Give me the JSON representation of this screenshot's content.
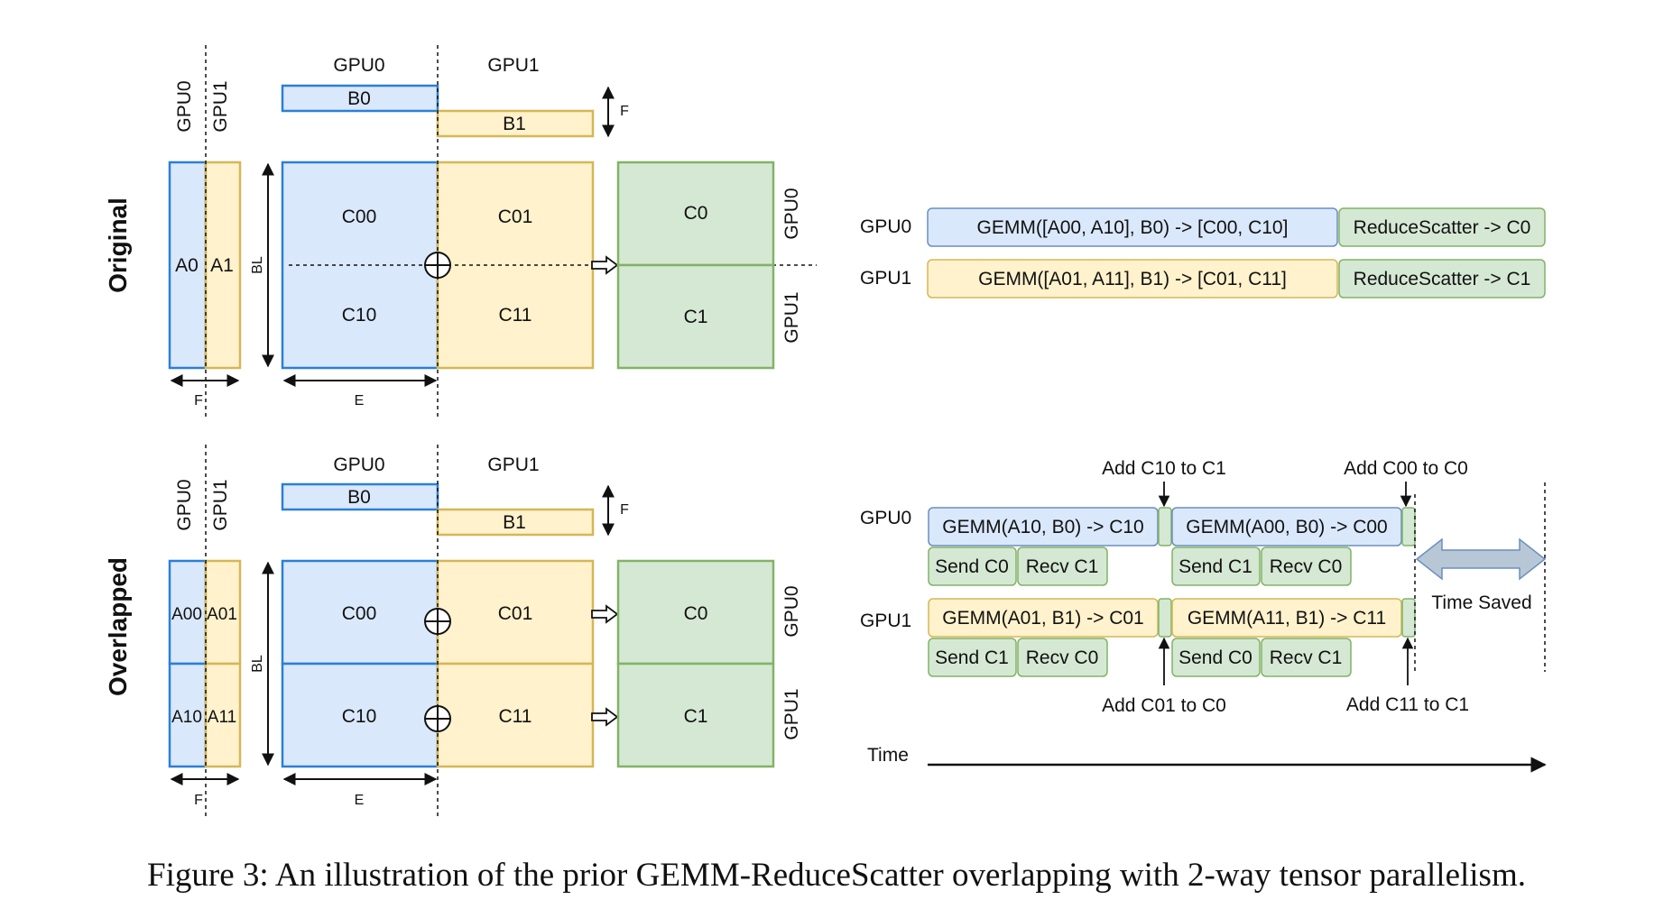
{
  "colors": {
    "blue_fill": "#dae8fc",
    "blue_stroke": "#2b7fd6",
    "yellow_fill": "#fff2cc",
    "yellow_stroke": "#d6b656",
    "green_fill": "#d5e8d4",
    "green_stroke": "#82b366",
    "gray_arrow_fill": "#b8c7d6",
    "gray_arrow_stroke": "#6c8ebf"
  },
  "top": {
    "section_label": "Original",
    "gpu0": "GPU0",
    "gpu1": "GPU1",
    "b0": "B0",
    "b1": "B1",
    "f": "F",
    "bl": "BL",
    "e": "E",
    "a0": "A0",
    "a1": "A1",
    "c00": "C00",
    "c01": "C01",
    "c10": "C10",
    "c11": "C11",
    "c0": "C0",
    "c1": "C1"
  },
  "bottom": {
    "section_label": "Overlapped",
    "gpu0": "GPU0",
    "gpu1": "GPU1",
    "b0": "B0",
    "b1": "B1",
    "f": "F",
    "bl": "BL",
    "e": "E",
    "a00": "A00",
    "a01": "A01",
    "a10": "A10",
    "a11": "A11",
    "c00": "C00",
    "c01": "C01",
    "c10": "C10",
    "c11": "C11",
    "c0": "C0",
    "c1": "C1"
  },
  "timeline_original": {
    "gpu0_label": "GPU0",
    "gpu1_label": "GPU1",
    "gpu0_gemm": "GEMM([A00, A10], B0) -> [C00, C10]",
    "gpu0_rs": "ReduceScatter -> C0",
    "gpu1_gemm": "GEMM([A01, A11], B1) -> [C01, C11]",
    "gpu1_rs": "ReduceScatter -> C1"
  },
  "timeline_overlapped": {
    "gpu0_label": "GPU0",
    "gpu1_label": "GPU1",
    "add_c10_c1": "Add C10 to C1",
    "add_c00_c0": "Add C00 to C0",
    "add_c01_c0": "Add C01 to C0",
    "add_c11_c1": "Add C11 to C1",
    "gpu0_gemm1": "GEMM(A10, B0) -> C10",
    "gpu0_gemm2": "GEMM(A00, B0) -> C00",
    "gpu0_send1": "Send C0",
    "gpu0_recv1": "Recv C1",
    "gpu0_send2": "Send C1",
    "gpu0_recv2": "Recv C0",
    "gpu1_gemm1": "GEMM(A01, B1) -> C01",
    "gpu1_gemm2": "GEMM(A11, B1) -> C11",
    "gpu1_send1": "Send C1",
    "gpu1_recv1": "Recv C0",
    "gpu1_send2": "Send C0",
    "gpu1_recv2": "Recv C1",
    "time_saved": "Time Saved",
    "time": "Time"
  },
  "caption": "Figure 3: An illustration of the prior GEMM-ReduceScatter overlapping with 2-way tensor parallelism."
}
